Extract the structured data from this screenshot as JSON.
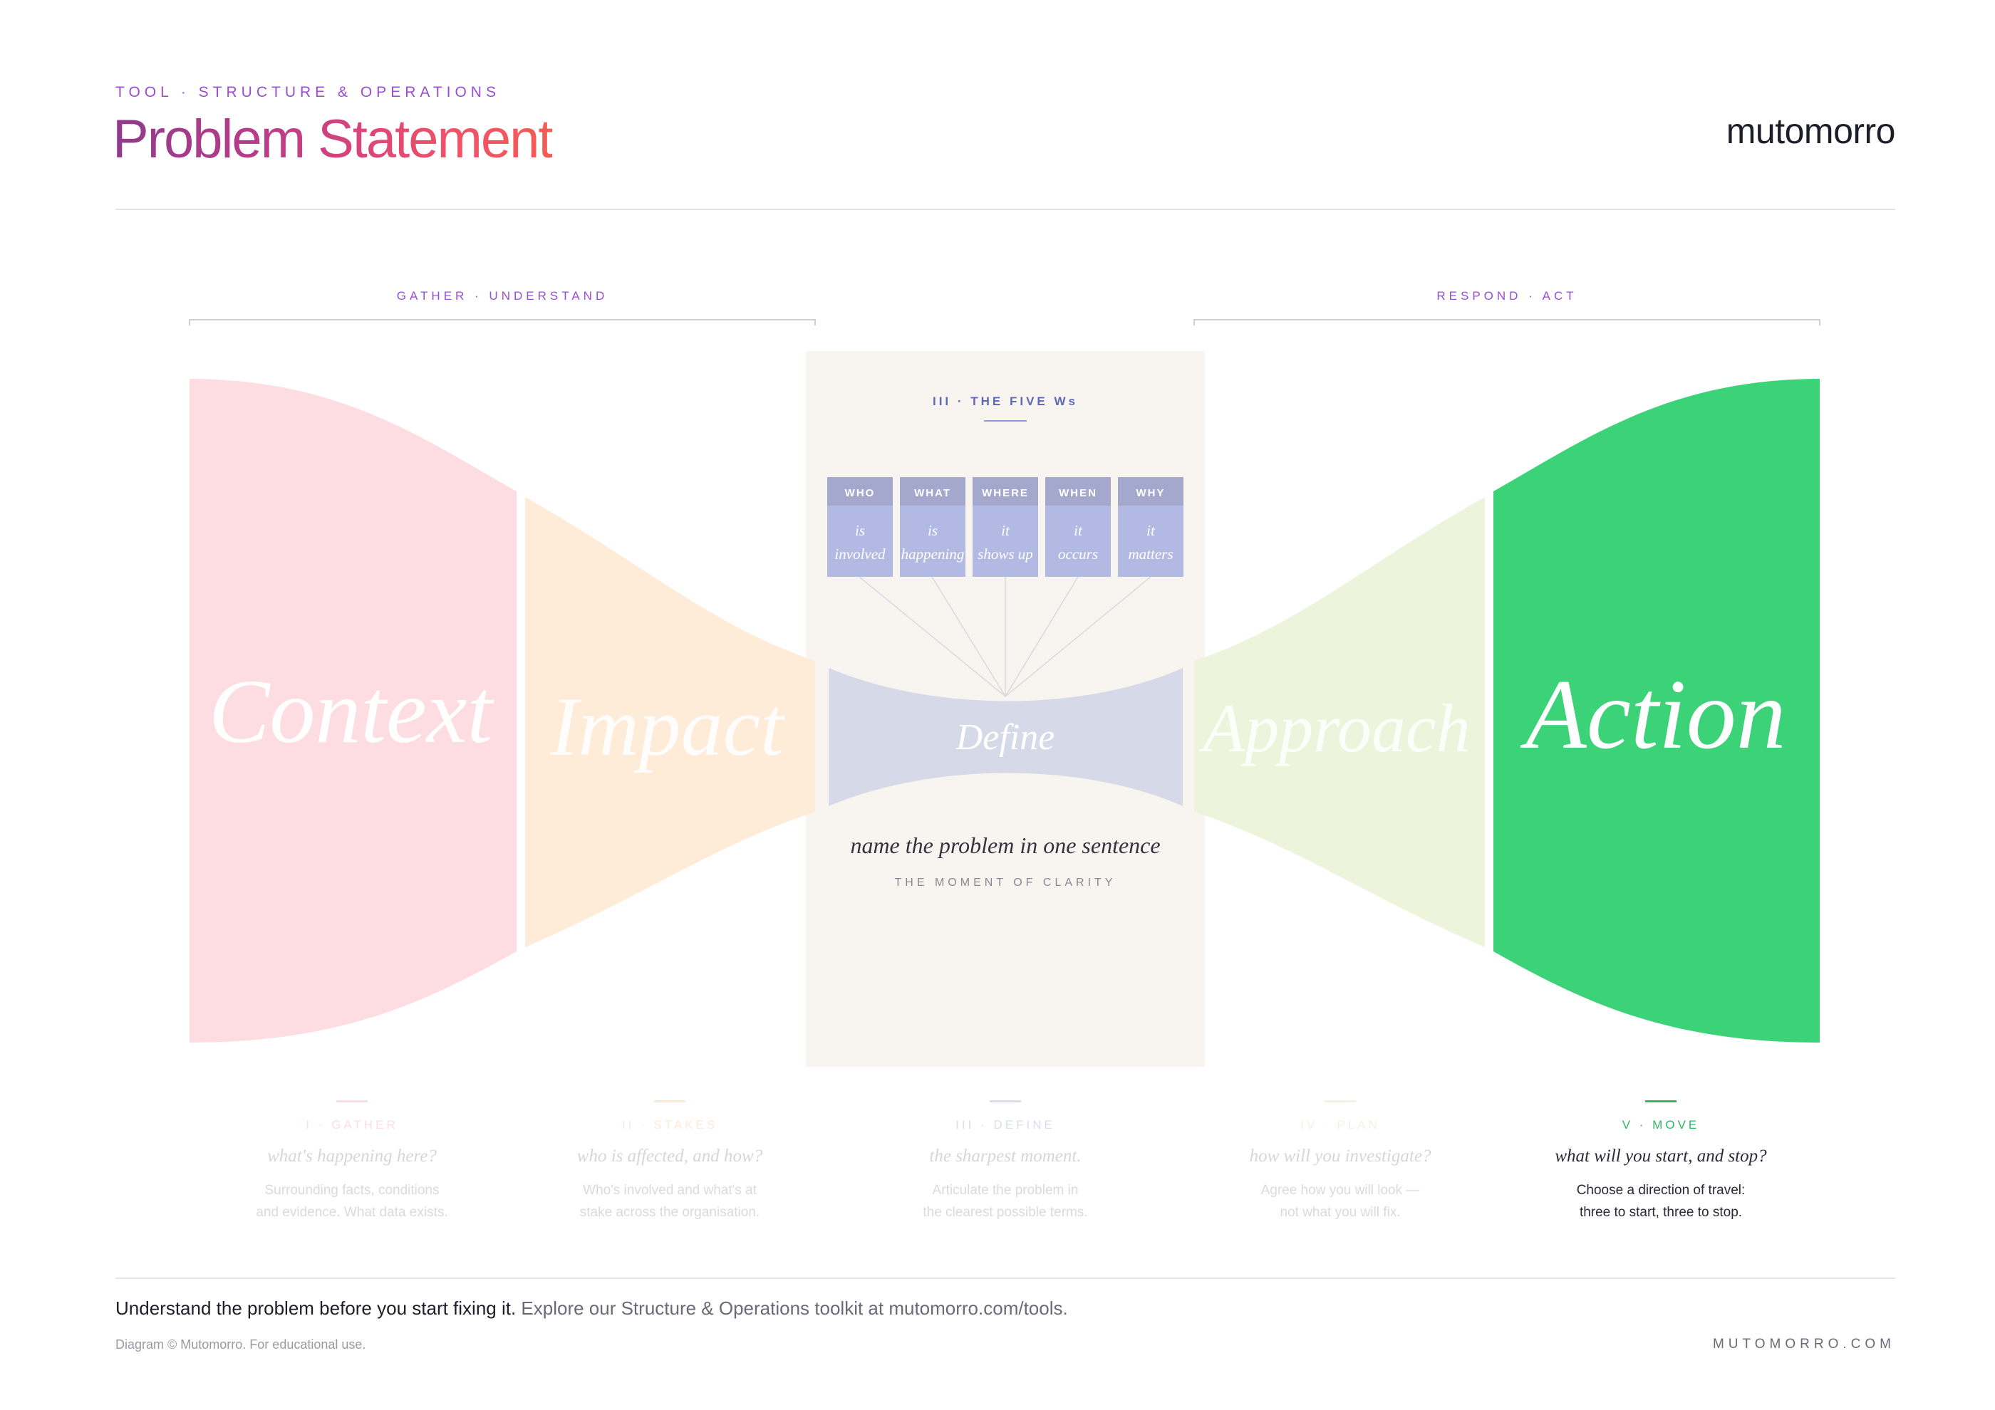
{
  "header": {
    "eyebrow": "TOOL · STRUCTURE & OPERATIONS",
    "title": "Problem Statement",
    "brand": "mutomorro"
  },
  "groups": {
    "left": "GATHER · UNDERSTAND",
    "right": "RESPOND · ACT"
  },
  "stages": [
    {
      "word": "Context",
      "num_label": "I · GATHER",
      "question": "what's happening here?",
      "desc1": "Surrounding facts, conditions",
      "desc2": "and evidence. What data exists.",
      "color": "#fddde1",
      "accent": "#f8c6ce",
      "active": false
    },
    {
      "word": "Impact",
      "num_label": "II · STAKES",
      "question": "who is affected, and how?",
      "desc1": "Who's involved and what's at",
      "desc2": "stake across the organisation.",
      "color": "#feebd8",
      "accent": "#fcd9b5",
      "active": false
    },
    {
      "word": "Define",
      "num_label": "III · DEFINE",
      "question": "the sharpest moment.",
      "desc1": "Articulate the problem in",
      "desc2": "the clearest possible terms.",
      "color": "#d6d9e7",
      "accent": "#c5c9e6",
      "active": false
    },
    {
      "word": "Approach",
      "num_label": "IV · PLAN",
      "question": "how will you investigate?",
      "desc1": "Agree how you will look —",
      "desc2": "not what you will fix.",
      "color": "#ecf5dc",
      "accent": "#dfeec6",
      "active": false
    },
    {
      "word": "Action",
      "num_label": "V · MOVE",
      "question": "what will you start, and stop?",
      "desc1": "Choose a direction of travel:",
      "desc2": "three to start, three to stop.",
      "color": "#3bd278",
      "accent": "#2fb865",
      "active": true
    }
  ],
  "center": {
    "label": "III · THE FIVE Ws",
    "tagline": "name the problem in one sentence",
    "subtag": "THE MOMENT OF CLARITY",
    "panel_color": "#f8f5f0",
    "label_color": "#5d68b8"
  },
  "five_ws": [
    {
      "head": "WHO",
      "line1": "is",
      "line2": "involved"
    },
    {
      "head": "WHAT",
      "line1": "is",
      "line2": "happening"
    },
    {
      "head": "WHERE",
      "line1": "it",
      "line2": "shows up"
    },
    {
      "head": "WHEN",
      "line1": "it",
      "line2": "occurs"
    },
    {
      "head": "WHY",
      "line1": "it",
      "line2": "matters"
    }
  ],
  "footer": {
    "tagline_strong": "Understand the problem before you start fixing it.",
    "tagline_rest": " Explore our Structure & Operations toolkit at mutomorro.com/tools.",
    "copyright": "Diagram © Mutomorro. For educational use.",
    "site": "MUTOMORRO.COM"
  },
  "colors": {
    "group_label": "#9b4dd6",
    "bracket": "#cfcfd6",
    "ws_head": "#a3a8cc",
    "ws_body": "#b2b9e2",
    "connector": "#d9d9df"
  }
}
